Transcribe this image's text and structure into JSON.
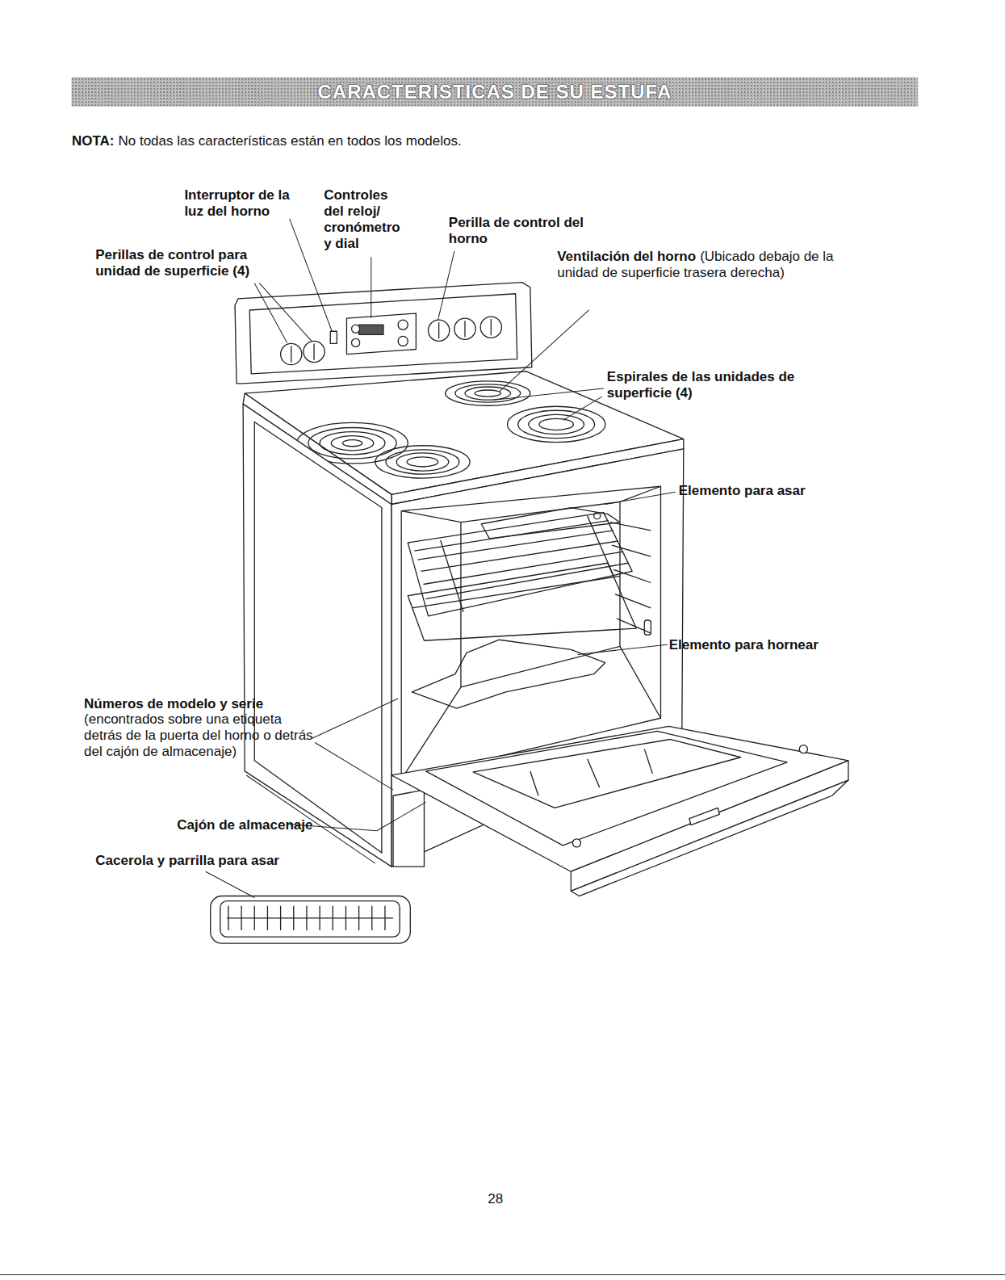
{
  "diagram": {
    "title": "CARACTERISTICAS DE SU ESTUFA",
    "labels": [
      "NOTA:",
      "No todas las características están en todos los modelos.",
      "Interruptor de la luz del horno",
      "Controles del reloj/ cronómetro y dial",
      "Perilla de control del horno",
      "Perillas de control para unidad de superficie (4)",
      "Ventilación del horno",
      "(Ubicado debajo de la unidad de superficie trasera derecha)",
      "Espirales de las unidades de superficie (4)",
      "Elemento para asar",
      "Elemento para hornear",
      "Números de modelo y serie",
      "(encontrados sobre una etiqueta detrás de la puerta del horno o detrás del cajón de almacenaje)",
      "Cajón de almacenaje",
      "Cacerola y parrilla para asar",
      "28"
    ]
  }
}
